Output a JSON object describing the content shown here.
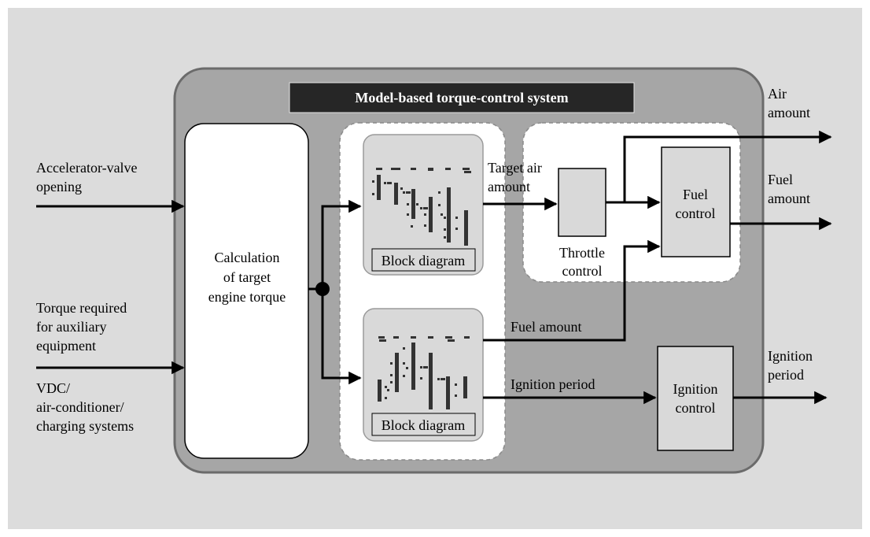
{
  "colors": {
    "page_background": "#ffffff",
    "panel_background": "#dcdcdc",
    "system_box_fill": "#a6a6a6",
    "system_box_border": "#6b6b6b",
    "title_bar_fill": "#262626",
    "title_text": "#ffffff",
    "light_box_fill": "#d9d9d9",
    "white_fill": "#ffffff",
    "line": "#000000",
    "bar": "#333333"
  },
  "diagram": {
    "title": "Model-based torque-control system",
    "calc_box": {
      "lines": [
        "Calculation",
        "of target",
        "engine torque"
      ]
    },
    "block_diagram_top": {
      "caption": "Block diagram"
    },
    "block_diagram_bottom": {
      "caption": "Block diagram"
    },
    "throttle": {
      "label_lines": [
        "Throttle",
        "control"
      ]
    },
    "fuel_control": {
      "lines": [
        "Fuel",
        "control"
      ]
    },
    "ignition_control": {
      "lines": [
        "Ignition",
        "control"
      ]
    },
    "inputs": {
      "accelerator": [
        "Accelerator-valve",
        "opening"
      ],
      "torque_required": [
        "Torque required",
        "for auxiliary",
        "equipment"
      ],
      "vdc": [
        "VDC/",
        "air-conditioner/",
        "charging systems"
      ]
    },
    "internal_labels": {
      "target_air": [
        "Target air",
        "amount"
      ],
      "fuel_amount": "Fuel amount",
      "ignition_period": "Ignition period"
    },
    "outputs": {
      "air_amount": [
        "Air",
        "amount"
      ],
      "fuel_amount": [
        "Fuel",
        "amount"
      ],
      "ignition_period": [
        "Ignition",
        "period"
      ]
    }
  }
}
